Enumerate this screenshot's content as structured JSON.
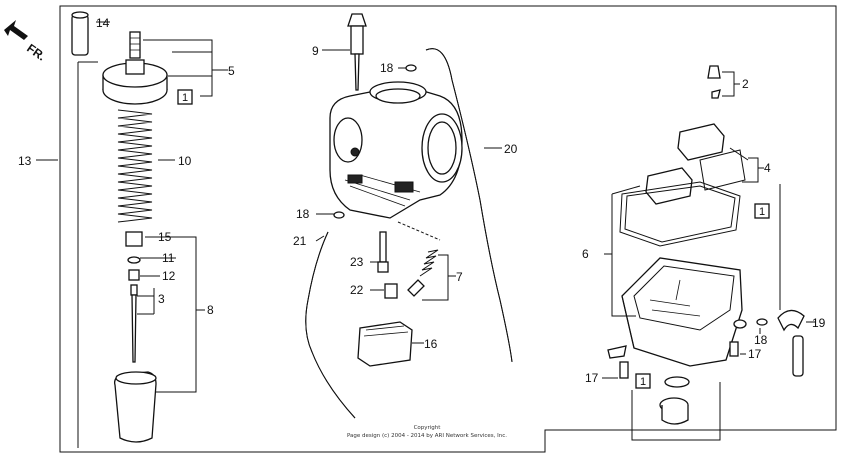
{
  "orientation": {
    "label": "FR."
  },
  "callouts": [
    {
      "id": "14",
      "text": "14"
    },
    {
      "id": "5",
      "text": "5"
    },
    {
      "id": "13",
      "text": "13"
    },
    {
      "id": "10",
      "text": "10"
    },
    {
      "id": "15",
      "text": "15"
    },
    {
      "id": "11",
      "text": "11"
    },
    {
      "id": "12",
      "text": "12"
    },
    {
      "id": "3",
      "text": "3"
    },
    {
      "id": "8",
      "text": "8"
    },
    {
      "id": "9",
      "text": "9"
    },
    {
      "id": "18a",
      "text": "18"
    },
    {
      "id": "20",
      "text": "20"
    },
    {
      "id": "18b",
      "text": "18"
    },
    {
      "id": "21",
      "text": "21"
    },
    {
      "id": "23",
      "text": "23"
    },
    {
      "id": "22",
      "text": "22"
    },
    {
      "id": "7",
      "text": "7"
    },
    {
      "id": "16",
      "text": "16"
    },
    {
      "id": "2",
      "text": "2"
    },
    {
      "id": "4",
      "text": "4"
    },
    {
      "id": "6",
      "text": "6"
    },
    {
      "id": "19",
      "text": "19"
    },
    {
      "id": "18c",
      "text": "18"
    },
    {
      "id": "17a",
      "text": "17"
    },
    {
      "id": "17b",
      "text": "17"
    }
  ],
  "kit_boxes": [
    {
      "id": "box-left",
      "text": "1"
    },
    {
      "id": "box-right",
      "text": "1"
    },
    {
      "id": "box-bottom",
      "text": "1"
    }
  ],
  "copyright": {
    "line1": "Copyright",
    "line2": "Page design (c) 2004 - 2014 by ARI Network Services, Inc."
  }
}
